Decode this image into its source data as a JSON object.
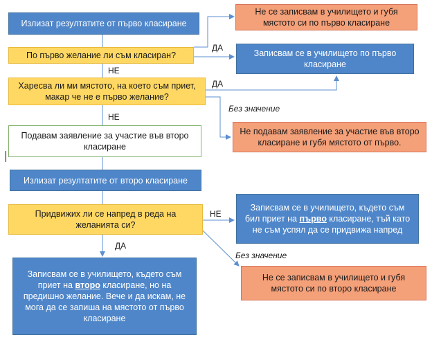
{
  "nodes": {
    "start": "Излизат резултатите от първо класиране",
    "q1": "По първо желание ли съм класиран?",
    "q2": "Харесва ли ми мястото, на което съм приет, макар че не е първо желание?",
    "apply": "Подавам заявление за участие във второ класиране",
    "second": "Излизат резултатите от второ класиране",
    "q3": "Придвижих ли се напред в реда на желанията си?",
    "r_decline1": "Не се записвам в училището и губя мястото си по първо класиране",
    "r_enroll1": "Записвам се в училището по първо класиране",
    "r_noapply": "Не подавам заявление за участие във второ класиране и губя мястото от първо.",
    "r_enroll_first_a": "Записвам се в училището, където съм бил приет на ",
    "r_enroll_first_b": "първо",
    "r_enroll_first_c": " класиране, тъй като не съм успял да се придвижа напред",
    "r_enroll_second_a": "Записвам се в училището, където съм приет на ",
    "r_enroll_second_b": "второ",
    "r_enroll_second_c": " класиране, но на предишно желание. Вече и да искам, не мога да се запиша на мястото от първо класиране",
    "r_decline2": "Не се записвам в училището и губя мястото си по второ класиране"
  },
  "labels": {
    "yes": "ДА",
    "no": "НЕ",
    "irrelevant": "Без значение"
  },
  "colors": {
    "blue": "#4f86c9",
    "yellow": "#ffd864",
    "orange": "#f4a079",
    "line": "#5b8fd0"
  }
}
